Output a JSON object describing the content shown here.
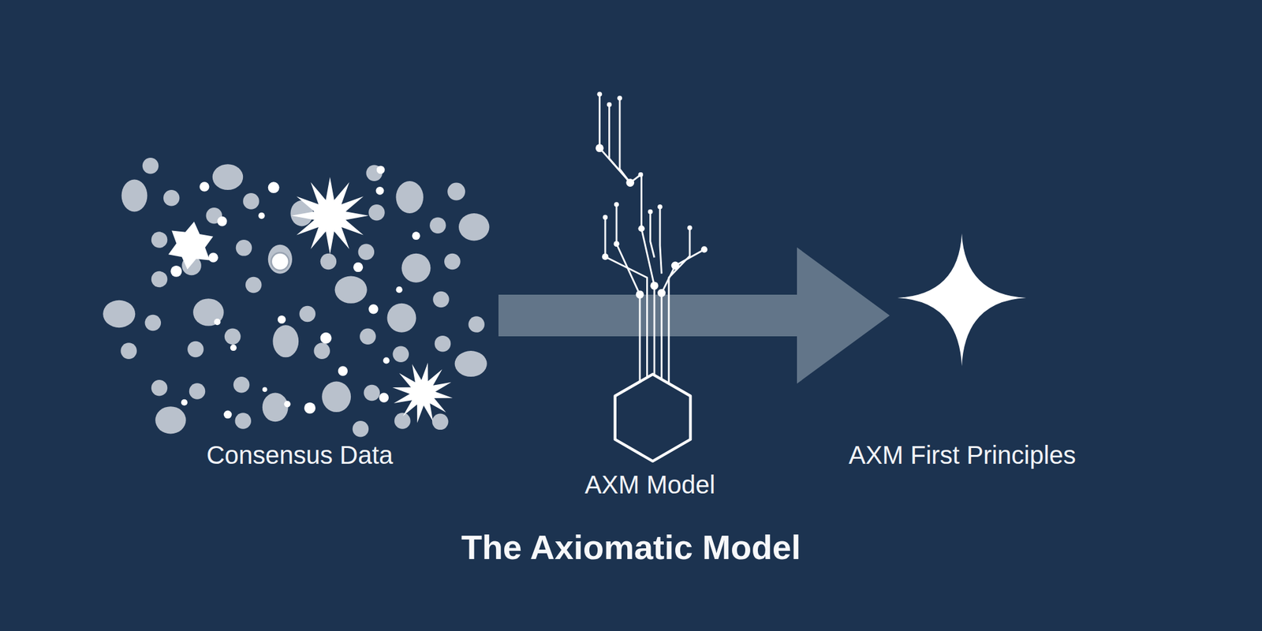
{
  "diagram": {
    "title": "The Axiomatic Model",
    "nodes": [
      {
        "text": [
          "Consensus Data"
        ]
      },
      {
        "text": [
          "AXM Model"
        ]
      },
      {
        "text": [
          "AXM First Principles"
        ]
      }
    ],
    "edges": [
      {
        "from": 0,
        "to": 2,
        "arrow": "to"
      }
    ]
  }
}
